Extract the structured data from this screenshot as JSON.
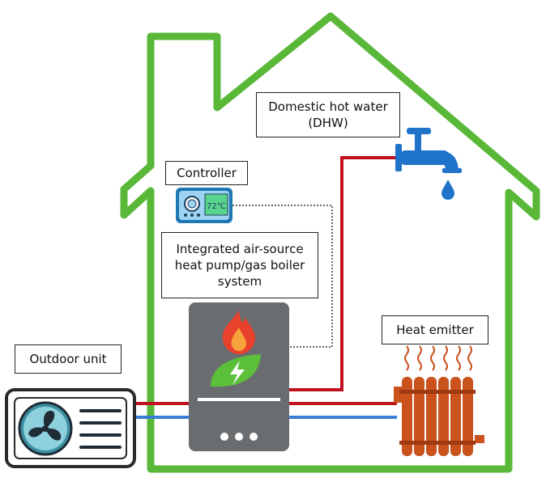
{
  "labels": {
    "dhw": [
      "Domestic hot water",
      "(DHW)"
    ],
    "controller": "Controller",
    "system": [
      "Integrated air-source",
      "heat pump/gas boiler",
      "system"
    ],
    "heat_emitter": "Heat emitter",
    "outdoor_unit": "Outdoor unit"
  },
  "controller_display": "72℃",
  "colors": {
    "house_outline": "#59b838",
    "hot_pipe": "#c0121f",
    "cold_pipe": "#3a7fd5",
    "boiler_body": "#6a6d70",
    "flame_outer": "#e8412c",
    "flame_inner": "#f7a33b",
    "leaf": "#5cbf3a",
    "radiator": "#c9521d",
    "tap": "#1f73c9",
    "controller_body": "#1f78b4",
    "controller_screen": "#58d38c",
    "fan": "#3d8fa3"
  },
  "icons": [
    "flame-icon",
    "leaf-icon",
    "lightning-icon",
    "fan-icon",
    "tap-icon",
    "water-drop-icon",
    "heat-waves-icon"
  ]
}
